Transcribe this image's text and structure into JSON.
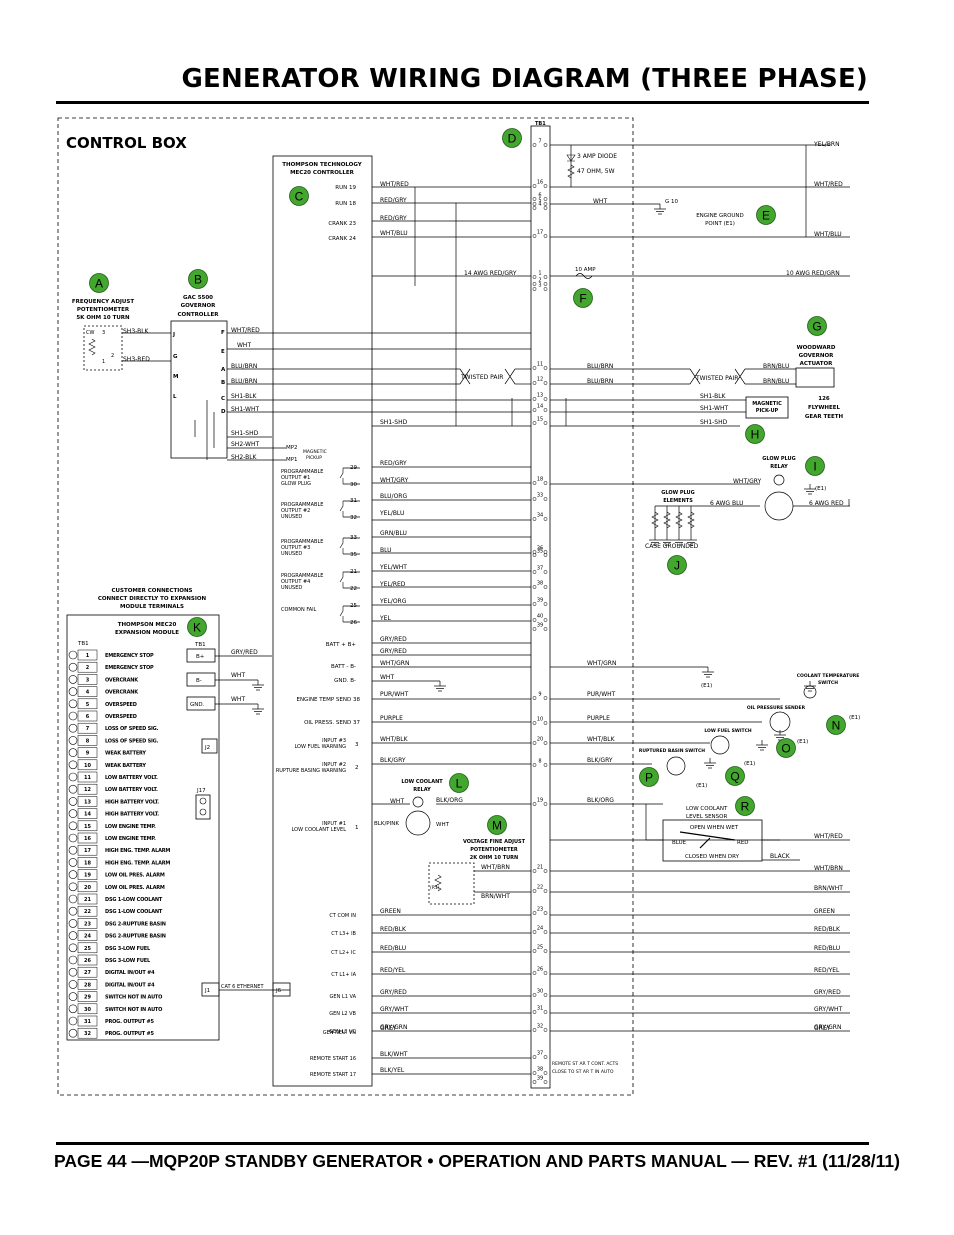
{
  "header": {
    "title": "GENERATOR WIRING DIAGRAM (THREE PHASE)"
  },
  "footer": {
    "text": "PAGE 44 —MQP20P STANDBY GENERATOR • OPERATION AND PARTS MANUAL — REV. #1 (11/28/11)"
  },
  "control_box": {
    "label": "CONTROL BOX"
  },
  "tb1": {
    "label": "TB1"
  },
  "controller": {
    "title1": "THOMPSON TECHNOLOGY",
    "title2": "MEC20 CONTROLLER"
  },
  "governor": {
    "title1": "GAC 5500",
    "title2": "GOVERNOR",
    "title3": "CONTROLLER",
    "pins": [
      "J",
      "F",
      "G",
      "E",
      "M",
      "A",
      "B",
      "L",
      "C",
      "D"
    ]
  },
  "freq_pot": {
    "title1": "FREQUENCY ADJUST",
    "title2": "POTENTIOMETER",
    "title3": "5K OHM 10 TURN",
    "cw": "CW",
    "p3": "3",
    "p2": "2",
    "p1": "1",
    "w1": "SH3-BLK",
    "w2": "SH3-RED"
  },
  "callouts": [
    "A",
    "B",
    "C",
    "D",
    "E",
    "F",
    "G",
    "H",
    "I",
    "J",
    "K",
    "L",
    "M",
    "N",
    "O",
    "P",
    "Q",
    "R"
  ],
  "run_labels": [
    "RUN 19",
    "RUN 18",
    "CRANK 23",
    "CRANK 24"
  ],
  "mid_wires": [
    "WHT/RED",
    "RED/GRY",
    "RED/GRY",
    "WHT/BLU"
  ],
  "tb_nums": [
    "7",
    "16",
    "6",
    "5",
    "4",
    "17",
    "1",
    "2",
    "3",
    "11",
    "12",
    "13",
    "14",
    "15",
    "18",
    "33",
    "34",
    "36",
    "35",
    "37",
    "38",
    "39",
    "40",
    "39",
    "9",
    "10",
    "20",
    "8",
    "19",
    "21",
    "22",
    "23",
    "24",
    "25",
    "26",
    "30",
    "31",
    "32",
    "37",
    "38",
    "39"
  ],
  "right_top": {
    "yel_brn": "YEL/BRN",
    "diode": "3 AMP DIODE",
    "resistor": "47 OHM, 5W",
    "wht_red": "WHT/RED",
    "wht": "WHT",
    "g10": "G  10",
    "ground_pt1": "ENGINE GROUND",
    "ground_pt2": "POINT (E1)",
    "wht_blu": "WHT/BLU",
    "red_gry14": "14 AWG RED/GRY",
    "amp10": "10 AMP",
    "red_grn10": "10 AWG RED/GRN"
  },
  "woodward": {
    "t1": "WOODWARD",
    "t2": "GOVERNOR",
    "t3": "ACTUATOR"
  },
  "pickup_section": {
    "j_wht_red": "WHT/RED",
    "j_wht": "WHT",
    "blu_brn": "BLU/BRN",
    "sh1_blk": "SH1-BLK",
    "sh1_wht": "SH1-WHT",
    "twisted": "TWISTED PAIR",
    "brn_blu": "BRN/BLU",
    "sh1_shd": "SH1-SHD",
    "mag1": "MAGNETIC",
    "mag2": "PICK-UP",
    "fly1": "126",
    "fly2": "FLYWHEEL",
    "fly3": "GEAR TEETH",
    "sh2_wht": "SH2-WHT",
    "sh2_blk": "SH2-BLK",
    "mp2": "MP2",
    "mp1": "MP1",
    "mp_mag": "MAGNETIC",
    "mp_pick": "PICKUP"
  },
  "outputs": [
    {
      "l1": "PROGRAMMABLE",
      "l2": "OUTPUT #1",
      "l3": "GLOW PLUG",
      "pa": "29",
      "pb": "30",
      "wa": "RED/GRY",
      "wb": "WHT/GRY"
    },
    {
      "l1": "PROGRAMMABLE",
      "l2": "OUTPUT #2",
      "l3": "UNUSED",
      "pa": "31",
      "pb": "32",
      "wa": "BLU/ORG",
      "wb": "YEL/BLU"
    },
    {
      "l1": "PROGRAMMABLE",
      "l2": "OUTPUT #3",
      "l3": "UNUSED",
      "pa": "33",
      "pb": "35",
      "wa": "GRN/BLU",
      "wb": "BLU"
    },
    {
      "l1": "PROGRAMMABLE",
      "l2": "OUTPUT #4",
      "l3": "UNUSED",
      "pa": "21",
      "pb": "22",
      "wa": "YEL/WHT",
      "wb": "YEL/RED"
    },
    {
      "l1": "COMMON FAIL",
      "l2": "",
      "l3": "",
      "pa": "25",
      "pb": "26",
      "wa": "YEL/ORG",
      "wb": "YEL"
    }
  ],
  "glow": {
    "relay1": "GLOW PLUG",
    "relay2": "RELAY",
    "wht_gry": "WHT/GRY",
    "e1": "(E1)",
    "el1": "GLOW PLUG",
    "el2": "ELEMENTS",
    "awg_blu": "6 AWG BLU",
    "awg_red": "6 AWG RED",
    "case": "CASE GROUNDED"
  },
  "customer": {
    "l1": "CUSTOMER CONNECTIONS",
    "l2": "CONNECT DIRECTLY TO EXPANSION",
    "l3": "MODULE TERMINALS"
  },
  "expansion": {
    "t1": "THOMPSON MEC20",
    "t2": "EXPANSION MODULE",
    "tb1": "TB1",
    "tb1b": "TB1",
    "bplus": "B+",
    "bminus": "B-",
    "gnd": "GND.",
    "j2": "J2",
    "j17": "J17",
    "j1": "J1",
    "j6": "J6",
    "cat6": "CAT 6 ETHERNET"
  },
  "terminals": [
    {
      "n": "1",
      "label": "EMERGENCY STOP"
    },
    {
      "n": "2",
      "label": "EMERGENCY STOP"
    },
    {
      "n": "3",
      "label": "OVERCRANK"
    },
    {
      "n": "4",
      "label": "OVERCRANK"
    },
    {
      "n": "5",
      "label": "OVERSPEED"
    },
    {
      "n": "6",
      "label": "OVERSPEED"
    },
    {
      "n": "7",
      "label": "LOSS OF SPEED SIG."
    },
    {
      "n": "8",
      "label": "LOSS OF SPEED SIG."
    },
    {
      "n": "9",
      "label": "WEAK BATTERY"
    },
    {
      "n": "10",
      "label": "WEAK BATTERY"
    },
    {
      "n": "11",
      "label": "LOW BATTERY VOLT."
    },
    {
      "n": "12",
      "label": "LOW BATTERY VOLT."
    },
    {
      "n": "13",
      "label": "HIGH BATTERY VOLT."
    },
    {
      "n": "14",
      "label": "HIGH BATTERY VOLT."
    },
    {
      "n": "15",
      "label": "LOW ENGINE TEMP."
    },
    {
      "n": "16",
      "label": "LOW ENGINE TEMP."
    },
    {
      "n": "17",
      "label": "HIGH ENG. TEMP. ALARM"
    },
    {
      "n": "18",
      "label": "HIGH ENG. TEMP. ALARM"
    },
    {
      "n": "19",
      "label": "LOW OIL PRES. ALARM"
    },
    {
      "n": "20",
      "label": "LOW OIL PRES. ALARM"
    },
    {
      "n": "21",
      "label": "DSG 1-LOW COOLANT"
    },
    {
      "n": "22",
      "label": "DSG 1-LOW COOLANT"
    },
    {
      "n": "23",
      "label": "DSG 2-RUPTURE BASIN"
    },
    {
      "n": "24",
      "label": "DSG 2-RUPTURE BASIN"
    },
    {
      "n": "25",
      "label": "DSG 3-LOW FUEL"
    },
    {
      "n": "26",
      "label": "DSG 3-LOW FUEL"
    },
    {
      "n": "27",
      "label": "DIGITAL IN/OUT #4"
    },
    {
      "n": "28",
      "label": "DIGITAL IN/OUT #4"
    },
    {
      "n": "29",
      "label": "SWITCH NOT IN AUTO"
    },
    {
      "n": "30",
      "label": "SWITCH NOT IN AUTO"
    },
    {
      "n": "31",
      "label": "PROG. OUTPUT #5"
    },
    {
      "n": "32",
      "label": "PROG. OUTPUT #5"
    }
  ],
  "exp_wires": {
    "gry_red": "GRY/RED",
    "wht1": "WHT",
    "wht2": "WHT"
  },
  "ctrl_lower": [
    {
      "label": "BATT + B+",
      "wire": "GRY/RED",
      "wire2": "GRY/RED"
    },
    {
      "label": "BATT -  B-",
      "wire": "WHT/GRN",
      "right": "WHT/GRN"
    },
    {
      "label": "GND.  B-",
      "wire": "WHT"
    },
    {
      "label": "ENGINE TEMP SEND  38",
      "wire": "PUR/WHT",
      "right": "PUR/WHT"
    },
    {
      "label": "OIL PRESS. SEND  37",
      "wire": "PURPLE",
      "right": "PURPLE"
    },
    {
      "label": "INPUT #3",
      "label2": "LOW FUEL WARNING",
      "pin": "3",
      "wire": "WHT/BLK",
      "right": "WHT/BLK"
    },
    {
      "label": "INPUT #2",
      "label2": "RUPTURE BASING WARNING",
      "pin": "2",
      "wire": "BLK/GRY",
      "right": "BLK/GRY"
    },
    {
      "label": "INPUT #1",
      "label2": "LOW COOLANT LEVEL",
      "pin": "1",
      "wire": "BLK/ORG",
      "right": "BLK/ORG"
    }
  ],
  "sensors": {
    "coolant1": "COOLANT TEMPERATURE",
    "coolant2": "SWITCH",
    "oil": "OIL PRESSURE SENDER",
    "fuel": "LOW FUEL SWITCH",
    "basin": "RUPTURED BASIN SWITCH",
    "e1": "(E1)",
    "lcr1": "LOW COOLANT",
    "lcr2": "RELAY",
    "lcr_wht": "WHT",
    "lcr_org": "BLK/ORG",
    "lcr_pink": "BLK/PINK",
    "lcr_wht2": "WHT",
    "lcl1": "LOW COOLANT",
    "lcl2": "LEVEL SENSOR",
    "open": "OPEN WHEN WET",
    "closed": "CLOSED WHEN DRY",
    "blue": "BLUE",
    "red": "RED",
    "black": "BLACK",
    "wht_red": "WHT/RED"
  },
  "vpot": {
    "t1": "VOLTAGE FINE ADJUST",
    "t2": "POTENTIOMETER",
    "t3": "2K OHM 10 TURN",
    "wht_brn": "WHT/BRN",
    "brn_wht": "BRN/WHT",
    "r1": "(R1)"
  },
  "gen_rows": [
    {
      "label": "CT COM  IN",
      "wire": "GREEN",
      "right": "GREEN"
    },
    {
      "label": "CT L3+  IB",
      "wire": "RED/BLK",
      "right": "RED/BLK"
    },
    {
      "label": "CT L2+  IC",
      "wire": "RED/BLU",
      "right": "RED/BLU"
    },
    {
      "label": "CT L1+  IA",
      "wire": "RED/YEL",
      "right": "RED/YEL"
    },
    {
      "label": "GEN L1  VA",
      "wire": "GRY/RED",
      "right": "GRY/RED"
    },
    {
      "label": "GEN L2  VB",
      "wire": "GRY/WHT",
      "right": "GRY/WHT"
    },
    {
      "label": "GEN L3  VC",
      "wire": "GRY/GRN",
      "right": "GRY/GRN"
    },
    {
      "label": "GEN NEU.  VN",
      "wire": "GREY",
      "right": "GREY"
    }
  ],
  "extra_right": {
    "wht_brn": "WHT/BRN",
    "brn_wht": "BRN/WHT"
  },
  "remote": [
    {
      "label": "REMOTE START  16",
      "wire": "BLK/WHT"
    },
    {
      "label": "REMOTE START  17",
      "wire": "BLK/YEL"
    }
  ],
  "remote_note": {
    "l1": "REMOTE ST    AR T CONT. ACTS",
    "l2": "CLOSE TO ST    AR T IN AUTO"
  }
}
